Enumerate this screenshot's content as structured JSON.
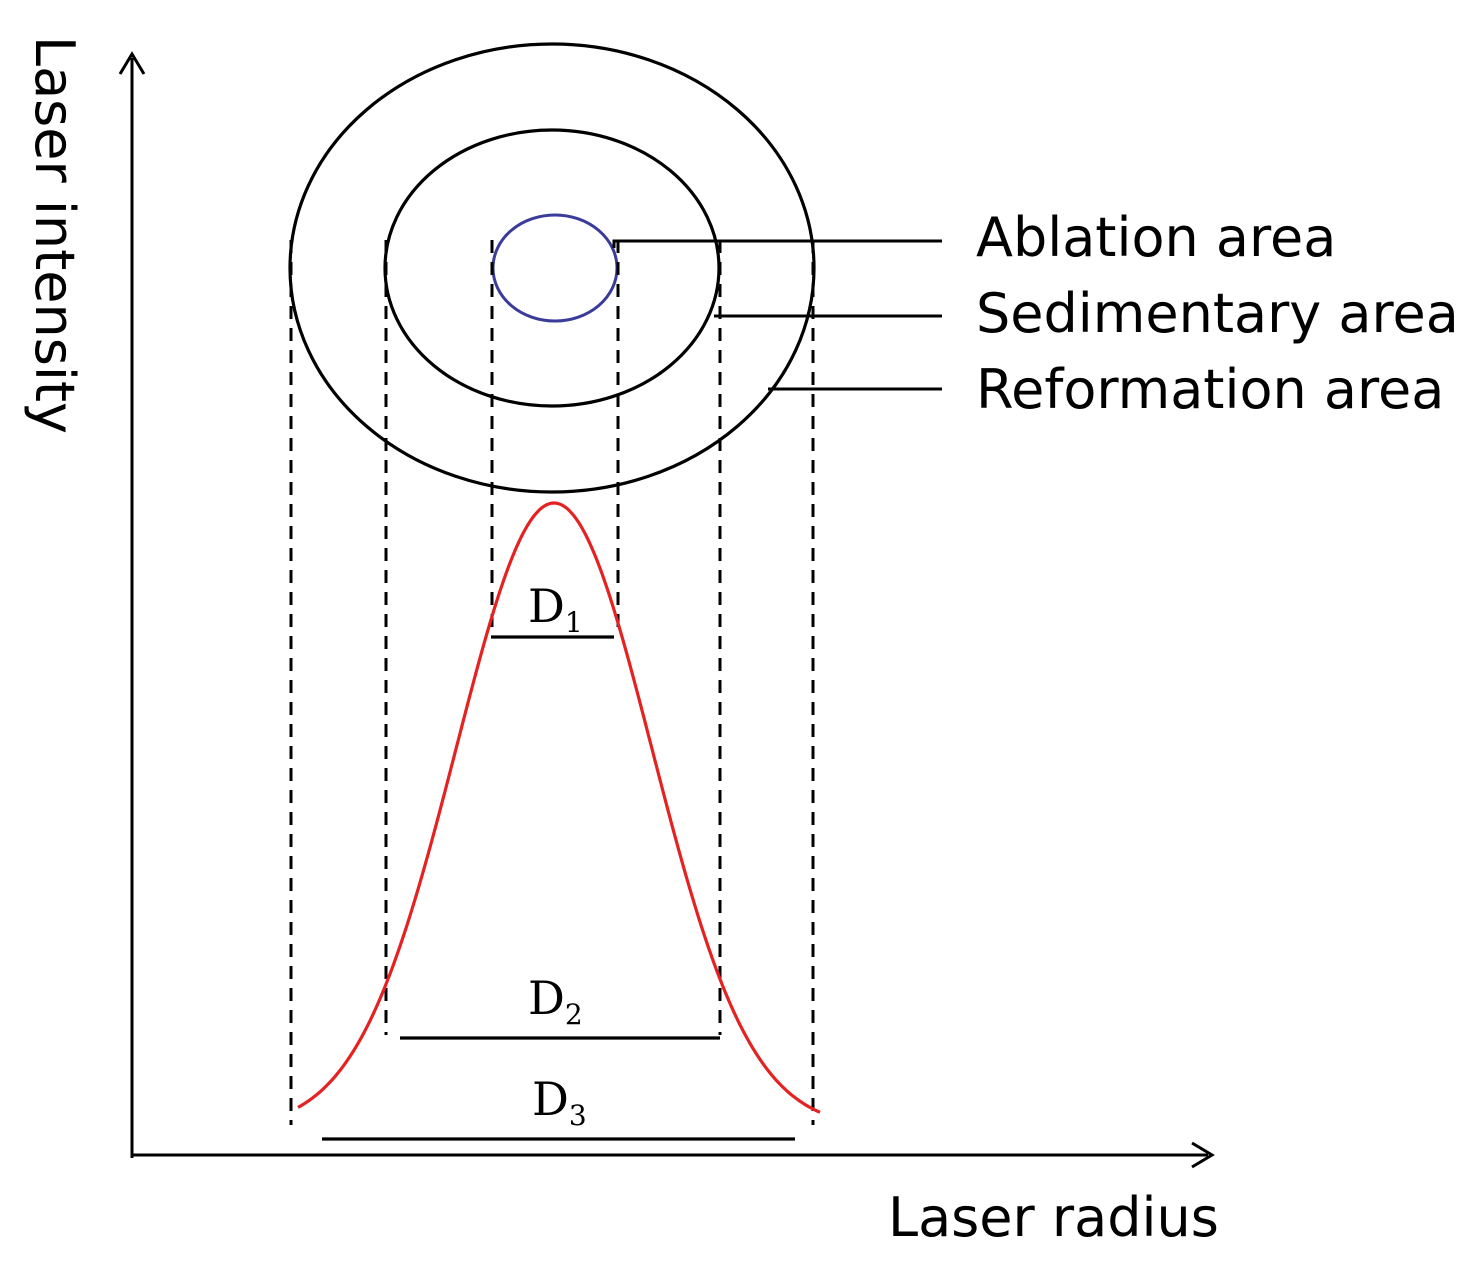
{
  "axes": {
    "y_label": "Laser intensity",
    "x_label": "Laser radius"
  },
  "regions": [
    {
      "id": "ablation",
      "label": "Ablation area"
    },
    {
      "id": "sedimentary",
      "label": "Sedimentary area"
    },
    {
      "id": "reformation",
      "label": "Reformation area"
    }
  ],
  "diameters": [
    {
      "id": "d1",
      "letter": "D",
      "sub": "1"
    },
    {
      "id": "d2",
      "letter": "D",
      "sub": "2"
    },
    {
      "id": "d3",
      "letter": "D",
      "sub": "3"
    }
  ],
  "colors": {
    "curve": "#e52222",
    "inner_ring": "#3b3b9a",
    "lines": "#000000"
  }
}
